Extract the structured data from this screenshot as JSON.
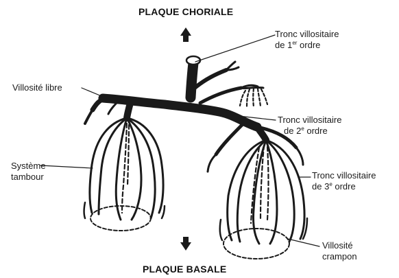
{
  "titles": {
    "top": "PLAQUE CHORIALE",
    "bottom": "PLAQUE BASALE"
  },
  "labels": {
    "tronc1": {
      "line1": "Tronc villositaire",
      "line2_prefix": "de 1",
      "line2_sup": "er",
      "line2_suffix": " ordre"
    },
    "tronc2": {
      "line1": "Tronc villositaire",
      "line2_prefix": "de 2",
      "line2_sup": "e",
      "line2_suffix": " ordre"
    },
    "tronc3": {
      "line1": "Tronc villositaire",
      "line2_prefix": "de 3",
      "line2_sup": "e",
      "line2_suffix": " ordre"
    },
    "villosite_libre": "Villosité libre",
    "systeme_tambour": {
      "line1": "Système",
      "line2": "tambour"
    },
    "villosite_crampon": {
      "line1": "Villosité",
      "line2": "crampon"
    }
  },
  "colors": {
    "ink": "#1a1a1a",
    "background": "#ffffff"
  }
}
